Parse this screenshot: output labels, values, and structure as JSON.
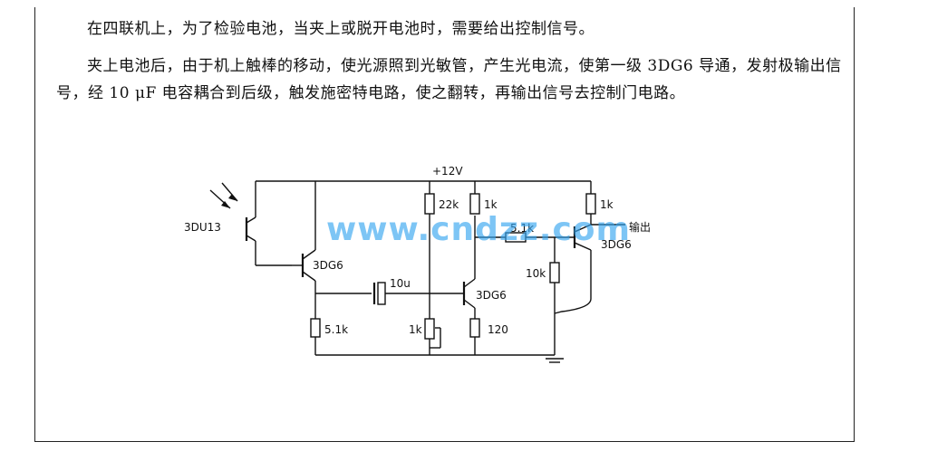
{
  "text": {
    "para1": "在四联机上，为了检验电池，当夹上或脱开电池时，需要给出控制信号。",
    "para2": "夹上电池后，由于机上触棒的移动，使光源照到光敏管，产生光电流，使第一级 3DG6 导通，发射极输出信号，经 10 μF 电容耦合到后级，触发施密特电路，使之翻转，再输出信号去控制门电路。"
  },
  "circuit": {
    "supply": "+12V",
    "photo_label": "3DU13",
    "q1_label": "3DG6",
    "q2_label": "3DG6",
    "q3_label": "3DG6",
    "cap_label": "10u",
    "r_e1": "5.1k",
    "r_pot": "1k",
    "r_22k": "22k",
    "r_c2": "1k",
    "r_c3": "1k",
    "r_51k": "5.1k",
    "r_10k": "10k",
    "r_e2": "120",
    "output": "输出"
  },
  "watermark": "www.cndzz.com"
}
